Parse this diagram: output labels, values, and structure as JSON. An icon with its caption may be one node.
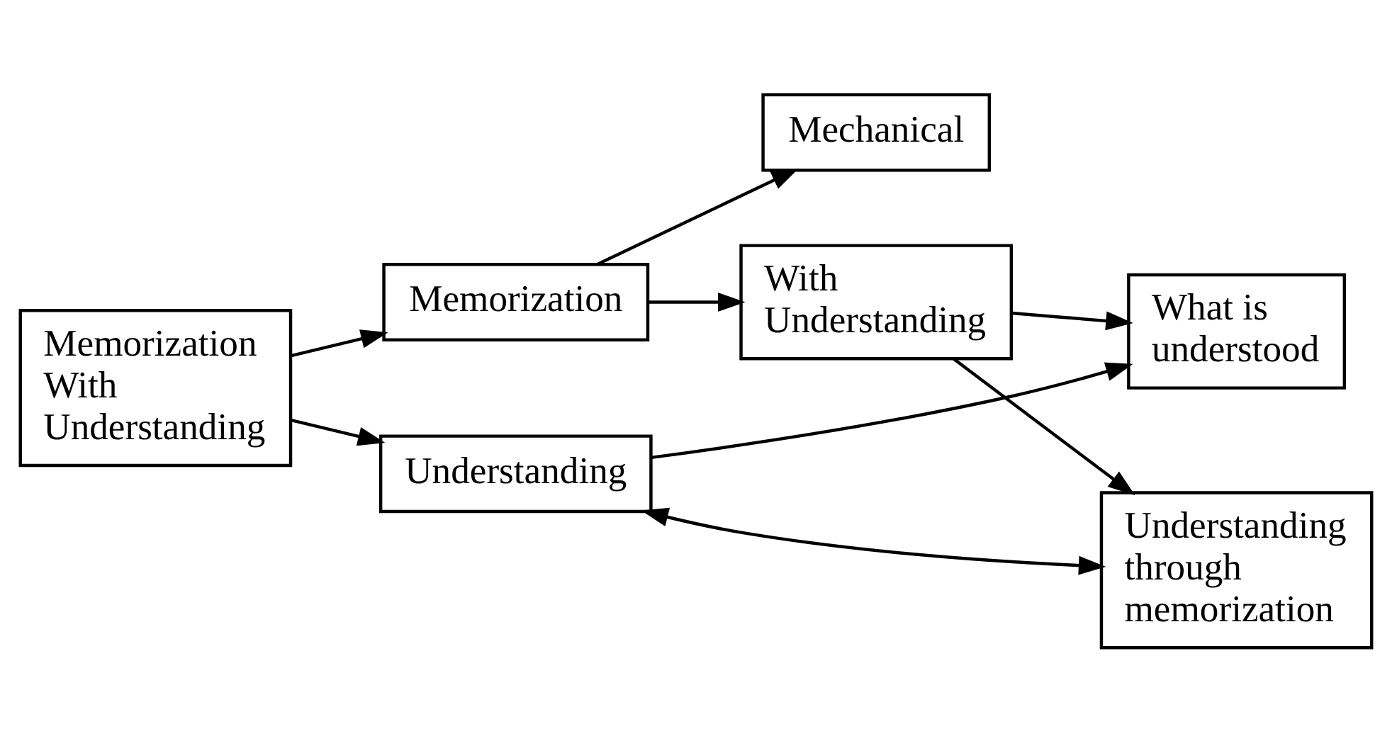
{
  "diagram": {
    "nodes": [
      {
        "text": [
          "Memorization With Understanding"
        ]
      },
      {
        "text": [
          "Memorization"
        ]
      },
      {
        "text": [
          "Mechanical"
        ]
      },
      {
        "text": [
          "With Understanding"
        ]
      },
      {
        "text": [
          "What is understood"
        ]
      },
      {
        "text": [
          "Understanding through memorization"
        ]
      },
      {
        "text": [
          "Understanding"
        ]
      }
    ],
    "edges": [
      {
        "from": 0,
        "to": 1,
        "arrow": "to"
      },
      {
        "from": 1,
        "to": 2,
        "arrow": "to"
      },
      {
        "from": 1,
        "to": 3,
        "arrow": "to"
      },
      {
        "from": 3,
        "to": 4,
        "arrow": "to"
      },
      {
        "from": 3,
        "to": 5,
        "arrow": "to"
      },
      {
        "from": 0,
        "to": 6,
        "arrow": "to"
      },
      {
        "from": 6,
        "to": 4,
        "arrow": "to"
      },
      {
        "from": 6,
        "to": 5,
        "arrow": "both"
      }
    ]
  }
}
